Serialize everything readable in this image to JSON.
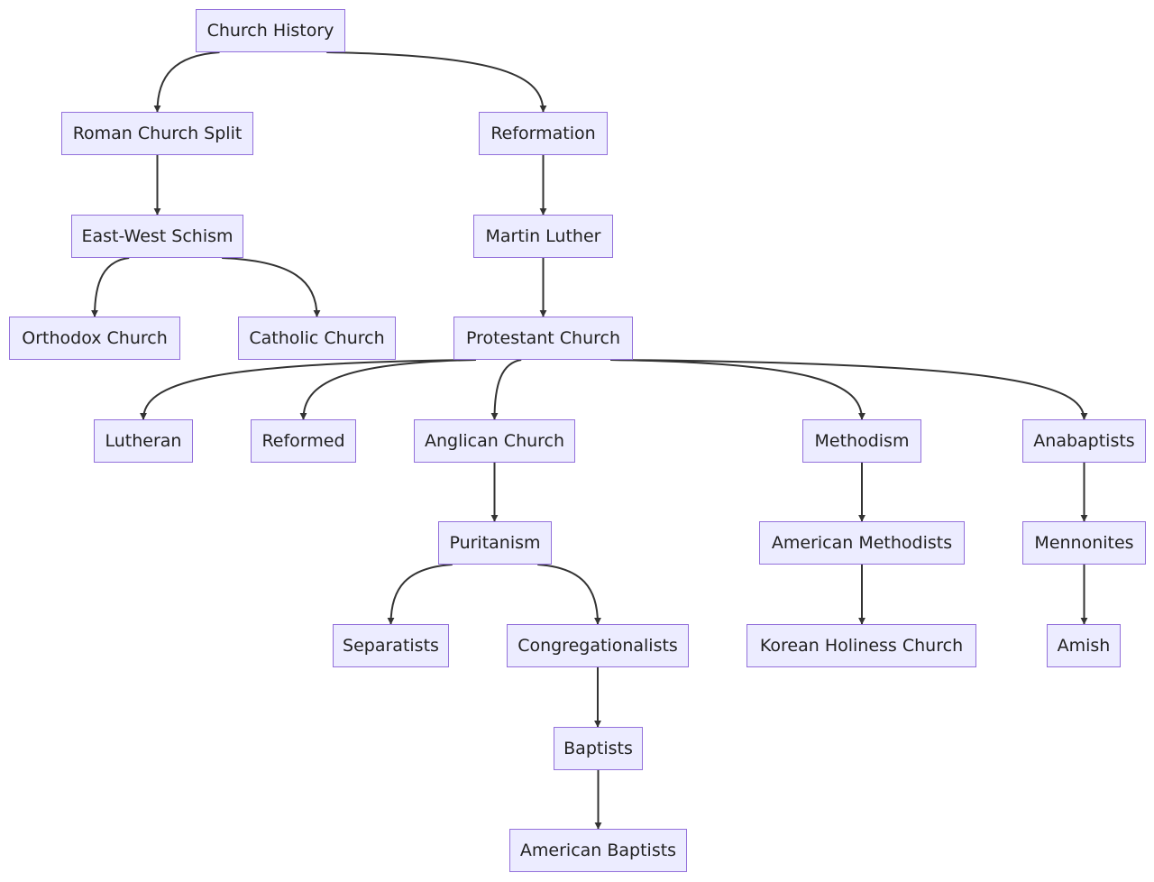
{
  "colors": {
    "node_fill": "#ececff",
    "node_border": "#9370db",
    "edge": "#333333",
    "text": "#222222"
  },
  "nodes": {
    "church_history": "Church History",
    "roman_church_split": "Roman Church Split",
    "reformation": "Reformation",
    "east_west_schism": "East-West Schism",
    "martin_luther": "Martin Luther",
    "orthodox_church": "Orthodox Church",
    "catholic_church": "Catholic Church",
    "protestant_church": "Protestant Church",
    "lutheran": "Lutheran",
    "reformed": "Reformed",
    "anglican_church": "Anglican Church",
    "methodism": "Methodism",
    "anabaptists": "Anabaptists",
    "puritanism": "Puritanism",
    "american_methodists": "American Methodists",
    "mennonites": "Mennonites",
    "separatists": "Separatists",
    "congregationalists": "Congregationalists",
    "korean_holiness_church": "Korean Holiness Church",
    "amish": "Amish",
    "baptists": "Baptists",
    "american_baptists": "American Baptists"
  },
  "edges": [
    [
      "church_history",
      "roman_church_split"
    ],
    [
      "church_history",
      "reformation"
    ],
    [
      "roman_church_split",
      "east_west_schism"
    ],
    [
      "east_west_schism",
      "orthodox_church"
    ],
    [
      "east_west_schism",
      "catholic_church"
    ],
    [
      "reformation",
      "martin_luther"
    ],
    [
      "martin_luther",
      "protestant_church"
    ],
    [
      "protestant_church",
      "lutheran"
    ],
    [
      "protestant_church",
      "reformed"
    ],
    [
      "protestant_church",
      "anglican_church"
    ],
    [
      "protestant_church",
      "methodism"
    ],
    [
      "protestant_church",
      "anabaptists"
    ],
    [
      "anglican_church",
      "puritanism"
    ],
    [
      "puritanism",
      "separatists"
    ],
    [
      "puritanism",
      "congregationalists"
    ],
    [
      "congregationalists",
      "baptists"
    ],
    [
      "baptists",
      "american_baptists"
    ],
    [
      "methodism",
      "american_methodists"
    ],
    [
      "american_methodists",
      "korean_holiness_church"
    ],
    [
      "anabaptists",
      "mennonites"
    ],
    [
      "mennonites",
      "amish"
    ]
  ]
}
